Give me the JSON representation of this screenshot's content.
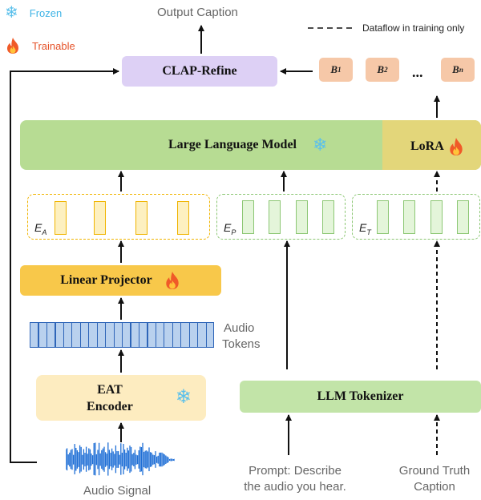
{
  "legend": {
    "frozen": "Frozen",
    "trainable": "Trainable",
    "dataflow": "Dataflow in training only"
  },
  "output_caption": "Output Caption",
  "clap_refine": "CLAP-Refine",
  "beams": [
    "B",
    "B",
    "B"
  ],
  "beam_subs": [
    "1",
    "2",
    "n"
  ],
  "beam_ellipsis": "...",
  "llm": "Large Language Model",
  "lora": "LoRA",
  "embeddings": {
    "audio": {
      "label": "E",
      "sub": "A"
    },
    "prompt": {
      "label": "E",
      "sub": "P"
    },
    "text": {
      "label": "E",
      "sub": "T"
    }
  },
  "linear_projector": "Linear Projector",
  "audio_tokens": {
    "line1": "Audio",
    "line2": "Tokens"
  },
  "eat_encoder": {
    "line1": "EAT",
    "line2": "Encoder"
  },
  "llm_tokenizer": "LLM Tokenizer",
  "audio_signal": "Audio Signal",
  "prompt": {
    "line1": "Prompt: Describe",
    "line2": "the audio you hear."
  },
  "ground_truth": {
    "line1": "Ground Truth",
    "line2": "Caption"
  },
  "colors": {
    "frozen_icon": "#5bc0eb",
    "trainable_icon": "#f05a28",
    "clap_fill": "#ddd0f5",
    "beam_fill": "#f6c8a8",
    "llm_fill": "#b7dc93",
    "lora_fill": "#e3d67a",
    "projector_fill": "#f8c84a",
    "encoder_fill": "#fdecc0",
    "tokenizer_fill": "#c2e4a8",
    "audio_token_fill": "#b9d1ee"
  }
}
